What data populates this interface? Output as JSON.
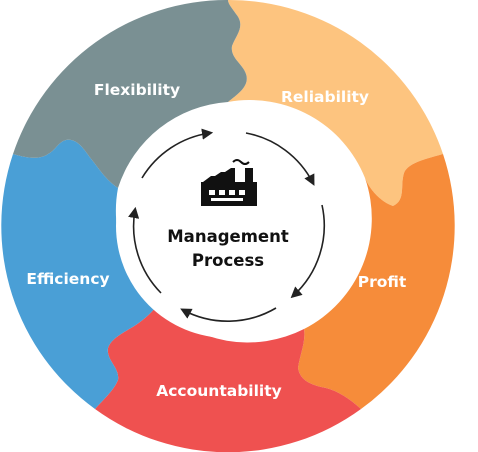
{
  "center": {
    "title_line1": "Management",
    "title_line2": "Process",
    "icon": "factory-icon"
  },
  "segments": [
    {
      "key": "reliability",
      "label": "Reliability",
      "color": "#FDC47F"
    },
    {
      "key": "profit",
      "label": "Profit",
      "color": "#F68C3A"
    },
    {
      "key": "accountability",
      "label": "Accountability",
      "color": "#EF5150"
    },
    {
      "key": "efficiency",
      "label": "Efficiency",
      "color": "#4A9FD6"
    },
    {
      "key": "flexibility",
      "label": "Flexibility",
      "color": "#7A9093"
    }
  ],
  "colors": {
    "background": "#FFFFFF",
    "inner_circle": "#FFFFFF",
    "cycle_arrows": "#222222",
    "text_dark": "#111111",
    "text_light": "#FFFFFF"
  }
}
